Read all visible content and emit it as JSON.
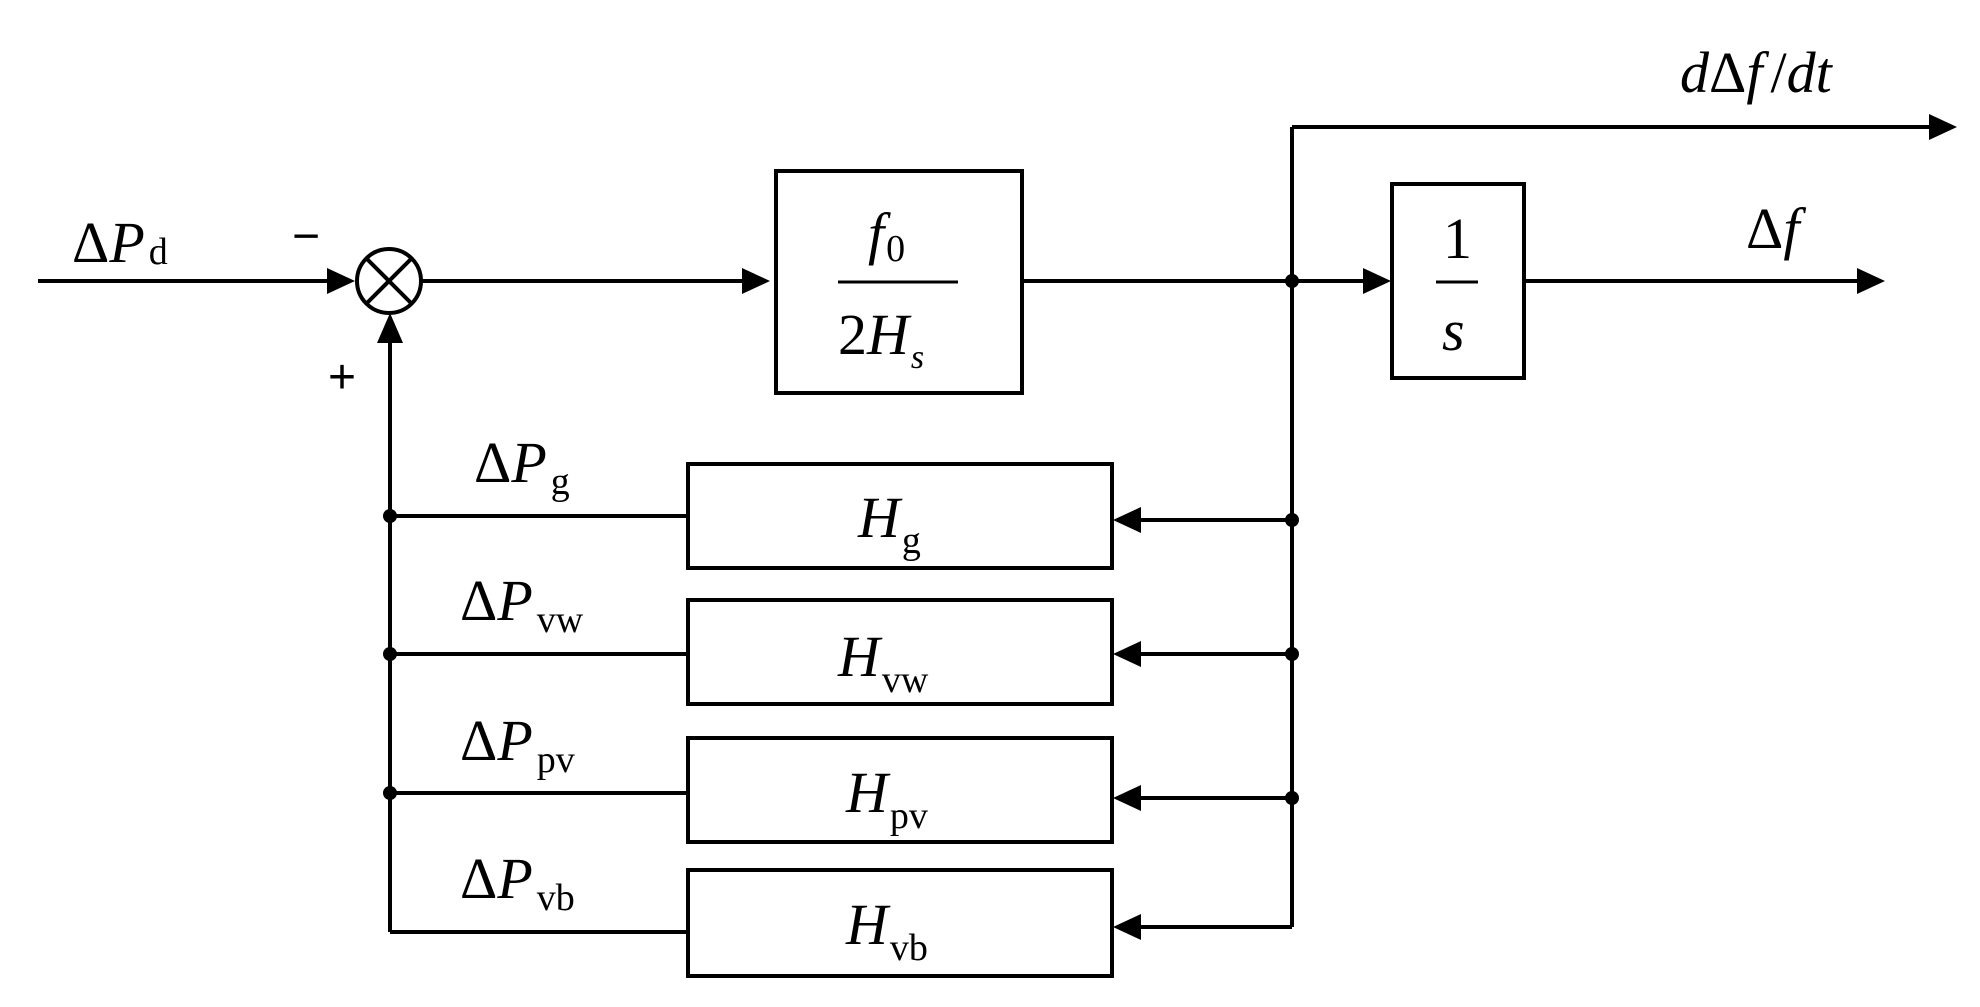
{
  "input": {
    "delta": "Δ",
    "var": "P",
    "sub": "d"
  },
  "summer": {
    "minus": "−",
    "plus": "+"
  },
  "gain_block": {
    "num_var": "f",
    "num_sub": "0",
    "den_coef": "2",
    "den_var": "H",
    "den_sub": "s"
  },
  "integrator": {
    "num": "1",
    "den": "s"
  },
  "outputs": {
    "rocof": {
      "d1": "d",
      "delta": "Δ",
      "f": "f",
      "slash": "/",
      "d2": "dt"
    },
    "freq": {
      "delta": "Δ",
      "f": "f"
    }
  },
  "feedback": [
    {
      "in_delta": "Δ",
      "in_var": "P",
      "in_sub": "g",
      "block_var": "H",
      "block_sub": "g"
    },
    {
      "in_delta": "Δ",
      "in_var": "P",
      "in_sub": "vw",
      "block_var": "H",
      "block_sub": "vw"
    },
    {
      "in_delta": "Δ",
      "in_var": "P",
      "in_sub": "pv",
      "block_var": "H",
      "block_sub": "pv"
    },
    {
      "in_delta": "Δ",
      "in_var": "P",
      "in_sub": "vb",
      "block_var": "H",
      "block_sub": "vb"
    }
  ]
}
